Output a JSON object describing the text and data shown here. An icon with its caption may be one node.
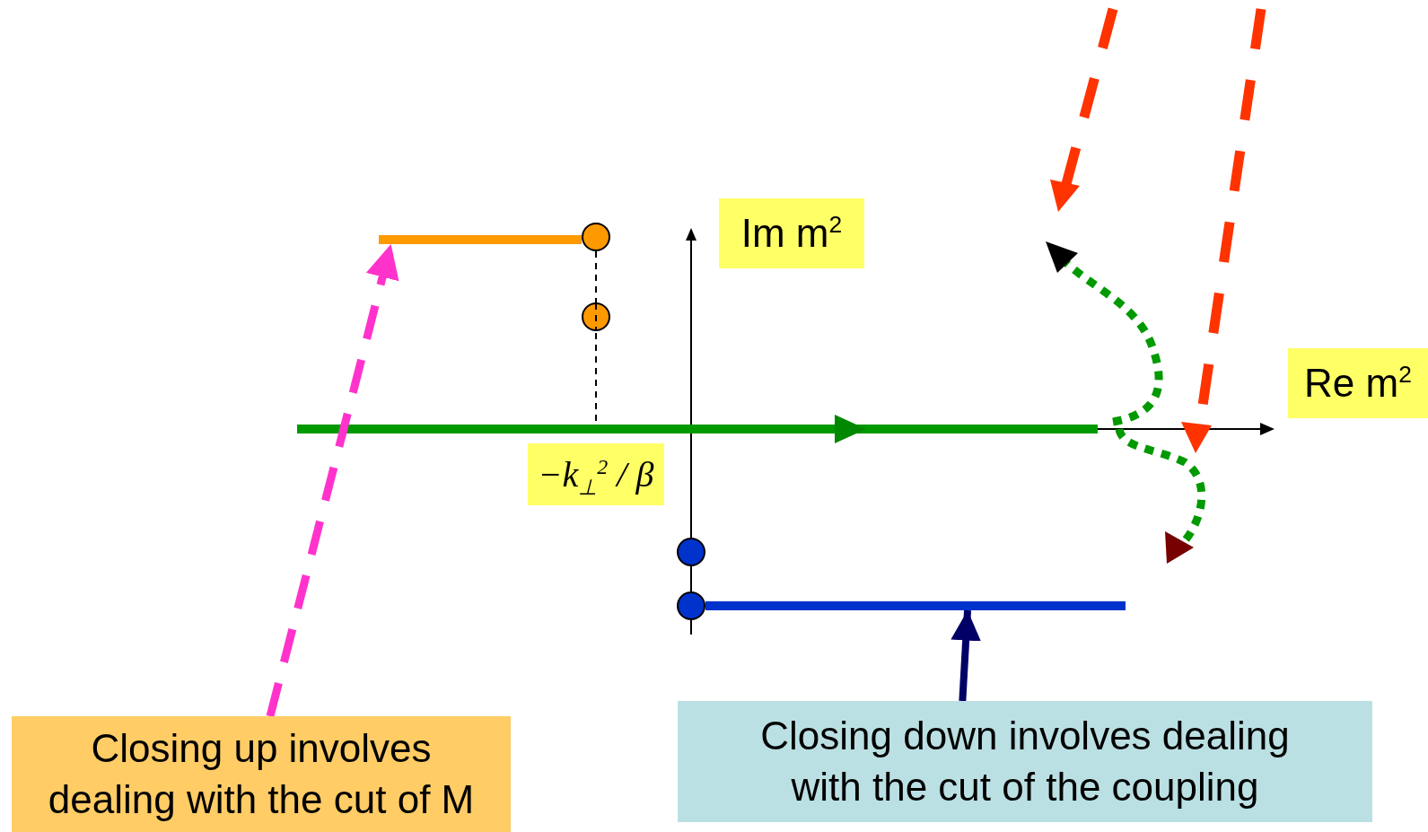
{
  "diagram": {
    "nodes": [
      {
        "text": [
          "Im m$^{2}$"
        ]
      },
      {
        "text": [
          "Re m$^{2}$"
        ]
      },
      {
        "text": [
          "−k$_{⊥}$$^{2}$ / β"
        ]
      },
      {
        "text": [
          "Closing up involves dealing with the cut of M"
        ]
      },
      {
        "text": [
          "Closing down involves dealing with the cut of the coupling"
        ]
      },
      {
        "text": [],
        "shape": "bar"
      },
      {
        "text": [],
        "shape": "bar"
      }
    ],
    "edges": [
      {
        "from": 3,
        "to": 5,
        "arrow": "to",
        "style": "dashed",
        "color": "#ff33cc"
      },
      {
        "from": 4,
        "to": 6,
        "arrow": "to",
        "color": "#000066"
      }
    ]
  }
}
